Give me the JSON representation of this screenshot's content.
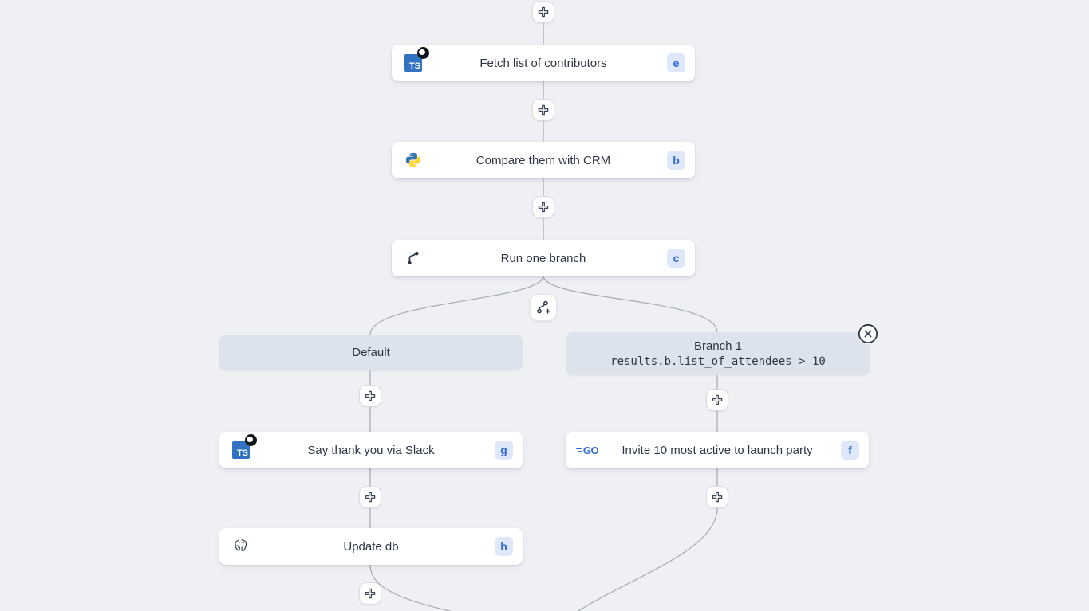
{
  "colors": {
    "canvas_bg": "#eef0f3",
    "card_bg": "#ffffff",
    "branch_header_bg": "#dce3ec",
    "badge_bg": "#dfe7fb",
    "badge_text": "#2e6bd8",
    "edge_line": "#a6aab3",
    "text": "#2c3747",
    "typescript_blue": "#3173c2",
    "go_blue": "#2f6bd8",
    "python_blue": "#3776ab",
    "python_yellow": "#ffd43b"
  },
  "icons": {
    "typescript_label": "TS",
    "go_label": "GO"
  },
  "flow": {
    "steps": [
      {
        "title": "Fetch list of contributors",
        "badge": "e"
      },
      {
        "title": "Compare them with CRM",
        "badge": "b"
      },
      {
        "title": "Run one branch",
        "badge": "c"
      }
    ],
    "branches": {
      "default": {
        "label": "Default",
        "steps": [
          {
            "title": "Say thank you via Slack",
            "badge": "g"
          },
          {
            "title": "Update db",
            "badge": "h"
          }
        ]
      },
      "branch1": {
        "label": "Branch 1",
        "condition": "results.b.list_of_attendees > 10",
        "steps": [
          {
            "title": "Invite 10 most active to launch party",
            "badge": "f"
          }
        ]
      }
    }
  }
}
